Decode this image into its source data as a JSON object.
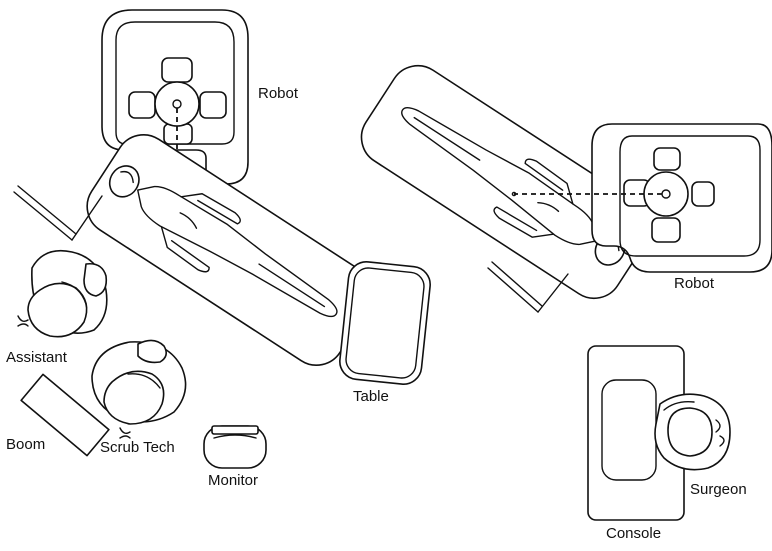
{
  "labels": {
    "robot_left": "Robot",
    "robot_right": "Robot",
    "assistant": "Assistant",
    "boom": "Boom",
    "scrub_tech": "Scrub Tech",
    "monitor": "Monitor",
    "table": "Table",
    "surgeon": "Surgeon",
    "console": "Console"
  },
  "colors": {
    "line": "#111111",
    "background": "#ffffff"
  }
}
